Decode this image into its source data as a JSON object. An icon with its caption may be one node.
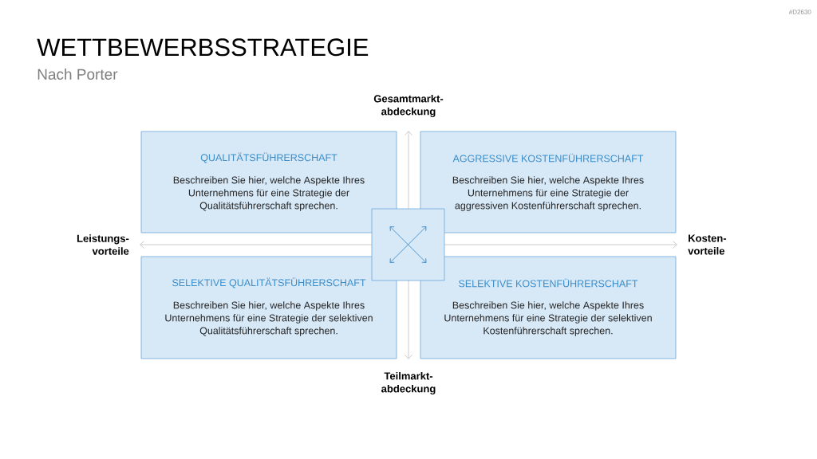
{
  "diagram": {
    "title": "WETTBEWERBSSTRATEGIE",
    "nodes": [
      {
        "text": [
          "QUALITÄTSFÜHRERSCHAFT",
          "Beschreiben Sie hier, welche Aspekte Ihres Unternehmens für eine Strategie der Qualitätsführerschaft sprechen."
        ]
      },
      {
        "text": [
          "AGGRESSIVE KOSTENFÜHRERSCHAFT",
          "Beschreiben Sie hier, welche Aspekte Ihres Unternehmens für eine Strategie der aggressiven Kostenführerschaft sprechen."
        ]
      },
      {
        "text": [
          "SELEKTIVE QUALITÄTSFÜHRERSCHAFT",
          "Beschreiben Sie hier, welche Aspekte Ihres Unternehmens für eine Strategie der selektiven Qualitätsführerschaft sprechen."
        ]
      },
      {
        "text": [
          "SELEKTIVE KOSTENFÜHRERSCHAFT",
          "Beschreiben Sie hier, welche Aspekte Ihres Unternehmens für eine Strategie der selektiven Kostenführerschaft sprechen."
        ]
      },
      {
        "text": [],
        "shape": "box"
      }
    ],
    "labels": [
      "#D2630",
      "Nach Porter",
      "Gesamtmarkt- abdeckung",
      "Leistungs- vorteile",
      "Kosten- vorteile",
      "Teilmarkt- abdeckung"
    ]
  }
}
